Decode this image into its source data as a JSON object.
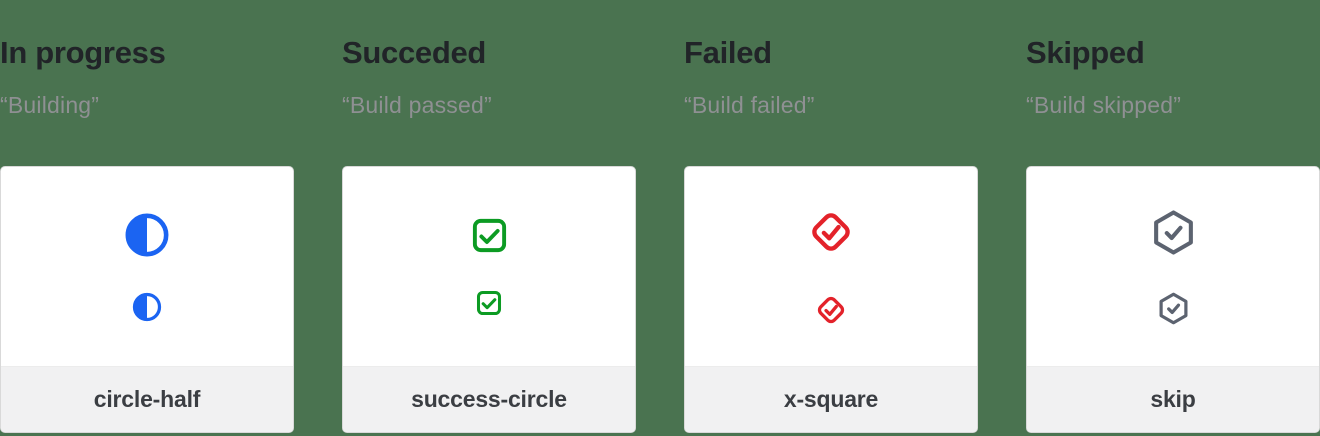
{
  "page": {
    "background_color": "#4a7350",
    "card_background": "#ffffff",
    "footer_background": "#f1f1f2"
  },
  "columns": [
    {
      "title": "In progress",
      "subtitle": "“Building”",
      "icon": "circle-half-icon",
      "label": "circle-half",
      "color": "#1b64f2"
    },
    {
      "title": "Succeded",
      "subtitle": "“Build passed”",
      "icon": "check-square-icon",
      "label": "success-circle",
      "color": "#0c9b23"
    },
    {
      "title": "Failed",
      "subtitle": "“Build failed”",
      "icon": "check-diamond-icon",
      "label": "x-square",
      "color": "#e3222a"
    },
    {
      "title": "Skipped",
      "subtitle": "“Build skipped”",
      "icon": "check-hexagon-icon",
      "label": "skip",
      "color": "#5c6370"
    }
  ]
}
